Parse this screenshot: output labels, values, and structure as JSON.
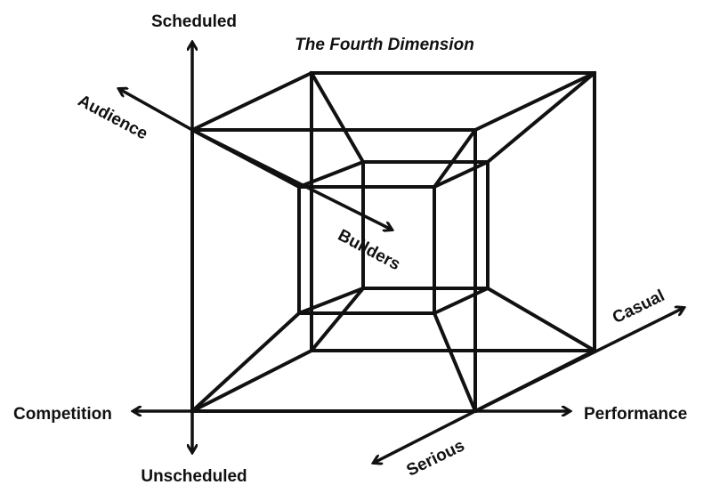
{
  "title": "The Fourth Dimension",
  "axes": {
    "scheduled": "Scheduled",
    "unscheduled": "Unscheduled",
    "audience": "Audience",
    "builders": "Builders",
    "competition": "Competition",
    "performance": "Performance",
    "casual": "Casual",
    "serious": "Serious"
  },
  "colors": {
    "line": "#111111",
    "background": "#ffffff"
  }
}
